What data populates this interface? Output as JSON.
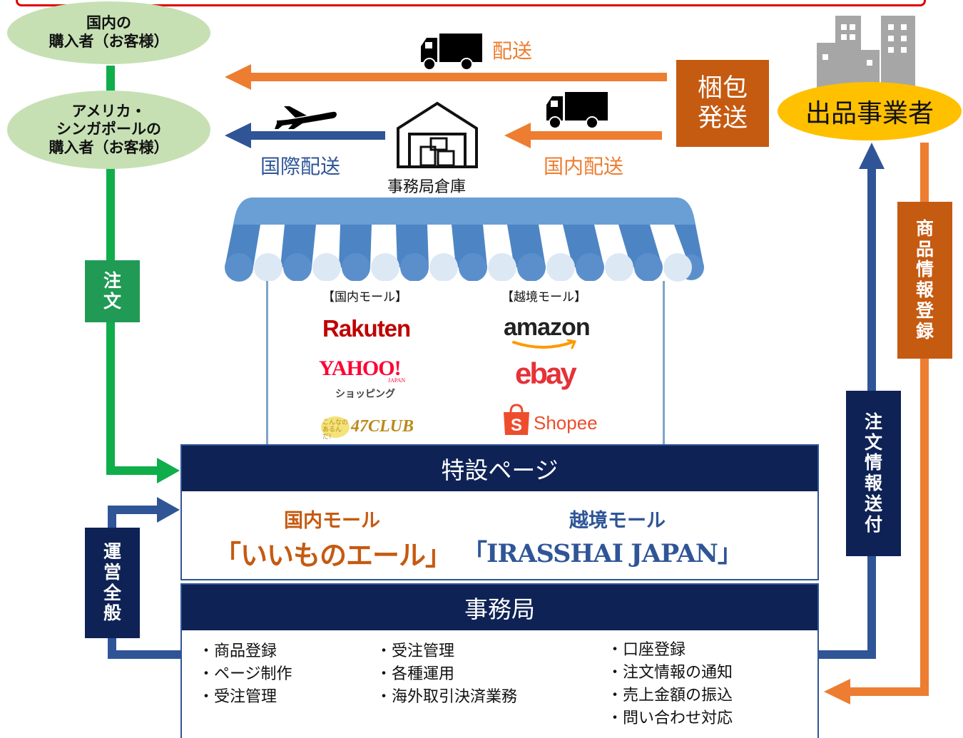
{
  "buyers": {
    "domestic": [
      "国内の",
      "購入者（お客様）"
    ],
    "overseas": [
      "アメリカ・",
      "シンガポールの",
      "購入者（お客様）"
    ]
  },
  "shipping": {
    "delivery_label": "配送",
    "international_label": "国際配送",
    "domestic_label": "国内配送",
    "warehouse_label": "事務局倉庫",
    "pack_label": [
      "梱包",
      "発送"
    ]
  },
  "seller": {
    "label": "出品事業者"
  },
  "flows": {
    "order": [
      "注",
      "文"
    ],
    "operations": [
      "運",
      "営",
      "全",
      "般"
    ],
    "order_info": [
      "注",
      "文",
      "情",
      "報",
      "送",
      "付"
    ],
    "product_registration": [
      "商",
      "品",
      "情",
      "報",
      "登",
      "録"
    ]
  },
  "store": {
    "domestic_mall_header": "【国内モール】",
    "cross_border_mall_header": "【越境モール】",
    "domestic_malls": [
      {
        "name": "Rakuten"
      },
      {
        "name": "YAHOO!",
        "sub": "JAPAN",
        "caption": "ショッピング"
      },
      {
        "name": "47CLUB",
        "caption": "こんなのあるんだ!"
      }
    ],
    "cross_border_malls": [
      {
        "name": "amazon"
      },
      {
        "name": "ebay"
      },
      {
        "name": "Shopee"
      }
    ]
  },
  "special_page": {
    "title": "特設ページ",
    "domestic_sub": "国内モール",
    "cross_border_sub": "越境モール",
    "domestic_name": "「いいものエール」",
    "cross_border_name": "「IRASSHAI JAPAN」"
  },
  "secretariat": {
    "title": "事務局",
    "col1": [
      "・商品登録",
      "・ページ制作",
      "・受注管理"
    ],
    "col2": [
      "・受注管理",
      "・各種運用",
      "・海外取引決済業務"
    ],
    "col3": [
      "・口座登録",
      "・注文情報の通知",
      "・売上金額の振込",
      "・問い合わせ対応"
    ]
  },
  "colors": {
    "green": "#0fae4a",
    "blue": "#2f5597",
    "orange": "#ed7d31",
    "navy": "#0e2255",
    "pack_box": "#c55a11",
    "ellipse": "#c6e0b4",
    "seller_ellipse": "#ffc000",
    "red_border": "#e00000"
  },
  "icons": {
    "truck": "truck-icon",
    "airplane": "airplane-icon",
    "warehouse": "warehouse-icon",
    "building": "building-icon",
    "shopee": "shopee-bag-icon"
  }
}
